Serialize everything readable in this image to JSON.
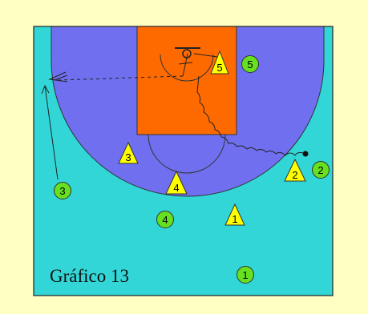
{
  "caption": "Gráfico 13",
  "colors": {
    "page_background": "#ffffc4",
    "court_floor": "#33d6d6",
    "three_point_area": "#6f6ff0",
    "paint": "#ff6a00",
    "offense_player": "#66e01f",
    "defense_player": "#ffff00",
    "lines": "#222222"
  },
  "offense_players": [
    {
      "id": "o5",
      "label": "5"
    },
    {
      "id": "o2",
      "label": "2"
    },
    {
      "id": "o3",
      "label": "3"
    },
    {
      "id": "o4",
      "label": "4"
    },
    {
      "id": "o1",
      "label": "1"
    }
  ],
  "defense_players": [
    {
      "id": "d5",
      "label": "5"
    },
    {
      "id": "d3",
      "label": "3"
    },
    {
      "id": "d4",
      "label": "4"
    },
    {
      "id": "d2",
      "label": "2"
    },
    {
      "id": "d1",
      "label": "1"
    }
  ],
  "icons": {
    "offense": "green-circle-icon",
    "defense": "yellow-triangle-icon",
    "ball": "ball-dot-icon"
  }
}
